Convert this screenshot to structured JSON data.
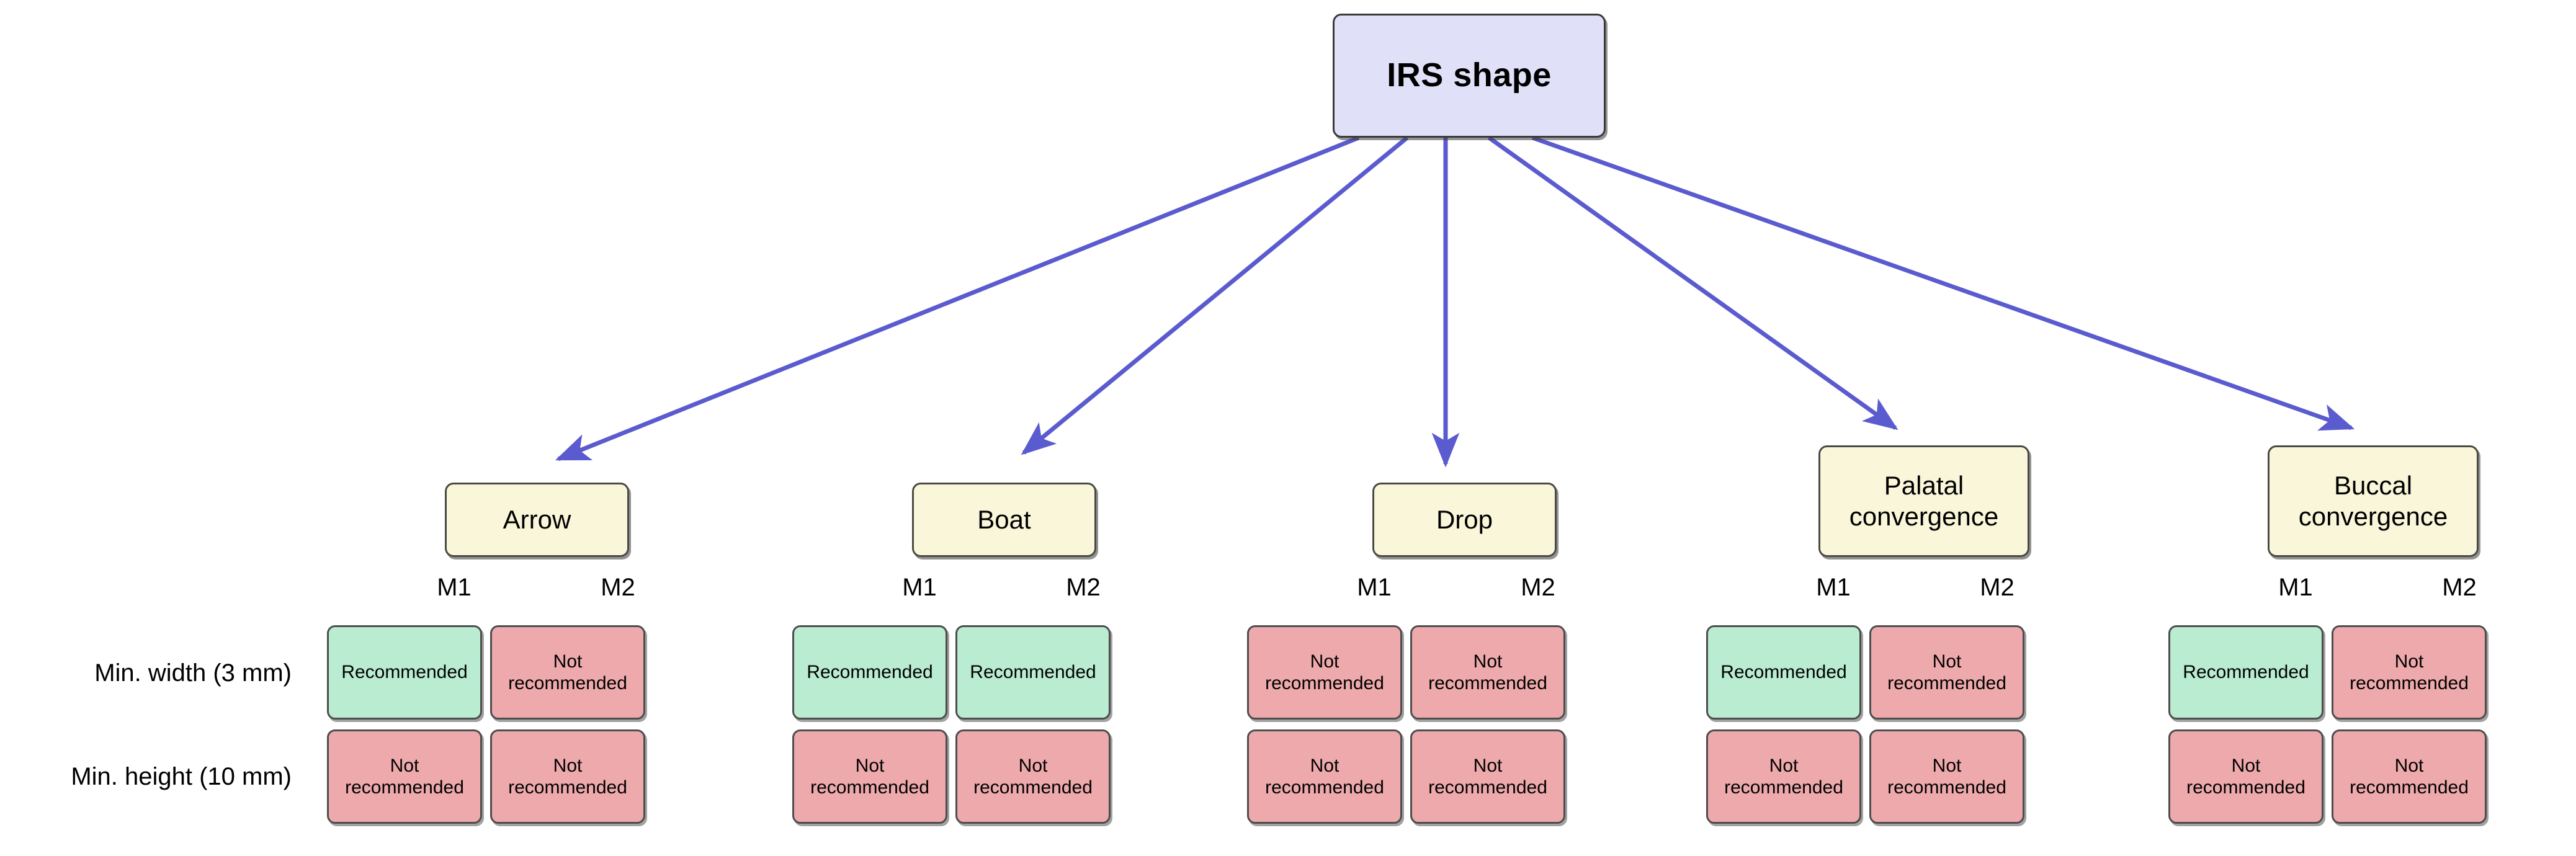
{
  "diagram": {
    "type": "tree-with-decision-matrix",
    "root": {
      "label": "IRS shape",
      "fill": "#e0e0f8",
      "stroke": "#3a3a3a"
    },
    "connector": {
      "color": "#5b5bd0",
      "style": "straight-arrow",
      "arrowhead": "filled-triangle",
      "count": 5
    },
    "palette": {
      "root_fill": "#e0e0f8",
      "shape_fill": "#faf6da",
      "recommended_fill": "#b9ecd0",
      "not_recommended_fill": "#eda9ab",
      "border": "#4a4a4a",
      "arrow": "#5b5bd0",
      "background": "#ffffff"
    },
    "column_headers": [
      "M1",
      "M2"
    ],
    "row_labels": [
      "Min. width (3 mm)",
      "Min. height (10 mm)"
    ],
    "status_labels": {
      "yes": "Recommended",
      "no": "Not recommended"
    },
    "shapes": [
      {
        "id": "arrow",
        "label": "Arrow",
        "label_lines": [
          "Arrow"
        ],
        "methods": [
          "M1",
          "M2"
        ],
        "rows": [
          {
            "row": "Min. width (3 mm)",
            "M1": "Recommended",
            "M2": "Not recommended"
          },
          {
            "row": "Min. height (10 mm)",
            "M1": "Not recommended",
            "M2": "Not recommended"
          }
        ]
      },
      {
        "id": "boat",
        "label": "Boat",
        "label_lines": [
          "Boat"
        ],
        "methods": [
          "M1",
          "M2"
        ],
        "rows": [
          {
            "row": "Min. width (3 mm)",
            "M1": "Recommended",
            "M2": "Recommended"
          },
          {
            "row": "Min. height (10 mm)",
            "M1": "Not recommended",
            "M2": "Not recommended"
          }
        ]
      },
      {
        "id": "drop",
        "label": "Drop",
        "label_lines": [
          "Drop"
        ],
        "methods": [
          "M1",
          "M2"
        ],
        "rows": [
          {
            "row": "Min. width (3 mm)",
            "M1": "Not recommended",
            "M2": "Not recommended"
          },
          {
            "row": "Min. height (10 mm)",
            "M1": "Not recommended",
            "M2": "Not recommended"
          }
        ]
      },
      {
        "id": "palatal-convergence",
        "label": "Palatal convergence",
        "label_lines": [
          "Palatal",
          "convergence"
        ],
        "methods": [
          "M1",
          "M2"
        ],
        "rows": [
          {
            "row": "Min. width (3 mm)",
            "M1": "Recommended",
            "M2": "Not recommended"
          },
          {
            "row": "Min. height (10 mm)",
            "M1": "Not recommended",
            "M2": "Not recommended"
          }
        ]
      },
      {
        "id": "buccal-convergence",
        "label": "Buccal convergence",
        "label_lines": [
          "Buccal",
          "convergence"
        ],
        "methods": [
          "M1",
          "M2"
        ],
        "rows": [
          {
            "row": "Min. width (3 mm)",
            "M1": "Recommended",
            "M2": "Not recommended"
          },
          {
            "row": "Min. height (10 mm)",
            "M1": "Not recommended",
            "M2": "Not recommended"
          }
        ]
      }
    ]
  }
}
